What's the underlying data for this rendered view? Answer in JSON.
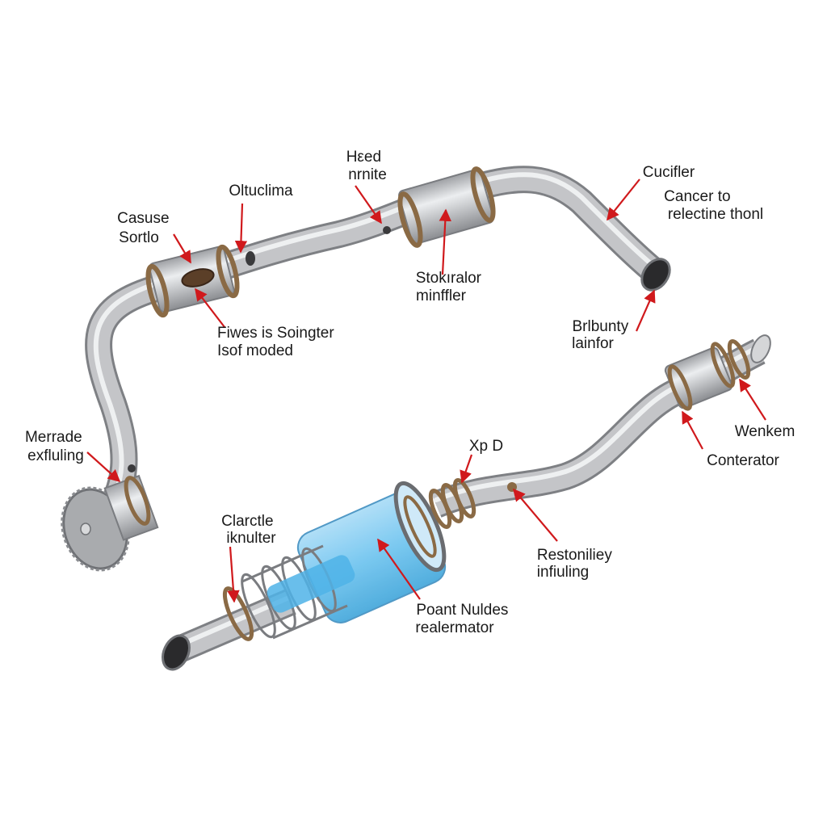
{
  "labels": {
    "cause_sorito": [
      "Casuse",
      "Sortlo"
    ],
    "oltuclima": [
      "Oltuclima"
    ],
    "heed_nrnite": [
      "Hεed",
      "nrnite"
    ],
    "cucifler": [
      "Cucifler"
    ],
    "cancer_to": [
      "Cancer to",
      "relectine thonl"
    ],
    "stokralor": [
      "Stokıralor",
      "minffler"
    ],
    "fiwes_soingter": [
      "Fiwes is Soingter",
      "Isof moded"
    ],
    "brlbunty": [
      "Brlbunty",
      "lainfor"
    ],
    "merrade": [
      "Merrade",
      "exfluling"
    ],
    "wenkem": [
      "Wenkem"
    ],
    "conterator": [
      "Conterator"
    ],
    "xp_d": [
      "Xp D"
    ],
    "clarctle": [
      "Clarctle",
      "iknulter"
    ],
    "restoniliey": [
      "Restoniliey",
      "infiuling"
    ],
    "poant": [
      "Poant Nuldes",
      "realermator"
    ]
  },
  "colors": {
    "pipe": "#b9babd",
    "pipe_highlight": "#eeeff1",
    "flange": "#8a6a45",
    "converter": "#7fc8f0",
    "arrow": "#d0191c"
  }
}
